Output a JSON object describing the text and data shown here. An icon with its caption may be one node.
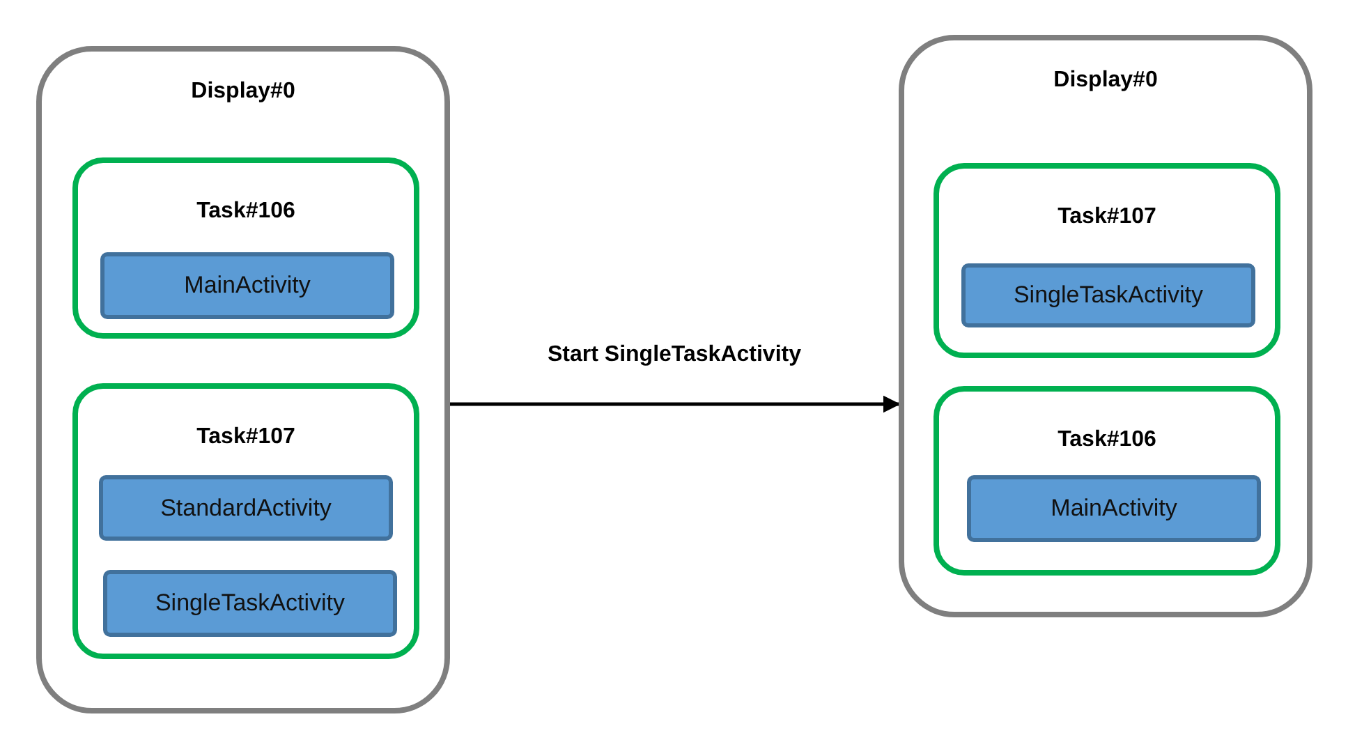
{
  "diagram": {
    "nodes": [
      {
        "text": [
          "Display#0"
        ]
      },
      {
        "text": [
          "Task#106"
        ],
        "in": 0
      },
      {
        "text": [
          "MainActivity"
        ],
        "in": 1
      },
      {
        "text": [
          "Task#107"
        ],
        "in": 0
      },
      {
        "text": [
          "StandardActivity"
        ],
        "in": 3
      },
      {
        "text": [
          "SingleTaskActivity"
        ],
        "in": 3
      },
      {
        "text": [
          "Display#0"
        ]
      },
      {
        "text": [
          "Task#107"
        ],
        "in": 6
      },
      {
        "text": [
          "SingleTaskActivity"
        ],
        "in": 7
      },
      {
        "text": [
          "Task#106"
        ],
        "in": 6
      },
      {
        "text": [
          "MainActivity"
        ],
        "in": 9
      }
    ],
    "edges": [
      {
        "from": 0,
        "to": 6,
        "arrow": "to",
        "label": "Start SingleTaskActivity"
      }
    ]
  }
}
